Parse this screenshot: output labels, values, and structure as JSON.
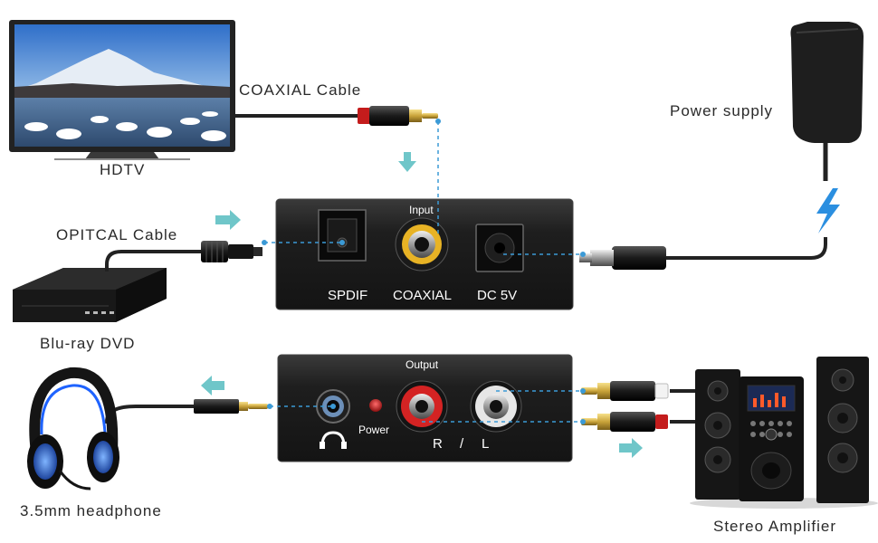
{
  "labels": {
    "coaxial_cable": "COAXIAL Cable",
    "hdtv": "HDTV",
    "optical_cable": "OPITCAL Cable",
    "bluray": "Blu-ray DVD",
    "power_supply": "Power supply",
    "headphone": "3.5mm headphone",
    "stereo_amplifier": "Stereo Amplifier"
  },
  "input_panel": {
    "title": "Input",
    "spdif": "SPDIF",
    "coaxial": "COAXIAL",
    "dc": "DC 5V"
  },
  "output_panel": {
    "title": "Output",
    "power": "Power",
    "r": "R",
    "slash": "/",
    "l": "L"
  },
  "colors": {
    "panel": "#1c1c1c",
    "panel_edge": "#3a3a3a",
    "arrow": "#6fc6c9",
    "dash": "#3b9ad6",
    "bolt": "#2b8fe0",
    "coax_ring": "#e8b325",
    "red_jack": "#d42323",
    "white_jack": "#e6e6e6",
    "led": "#c21a1a",
    "headphone_glow": "#1e63ff"
  }
}
